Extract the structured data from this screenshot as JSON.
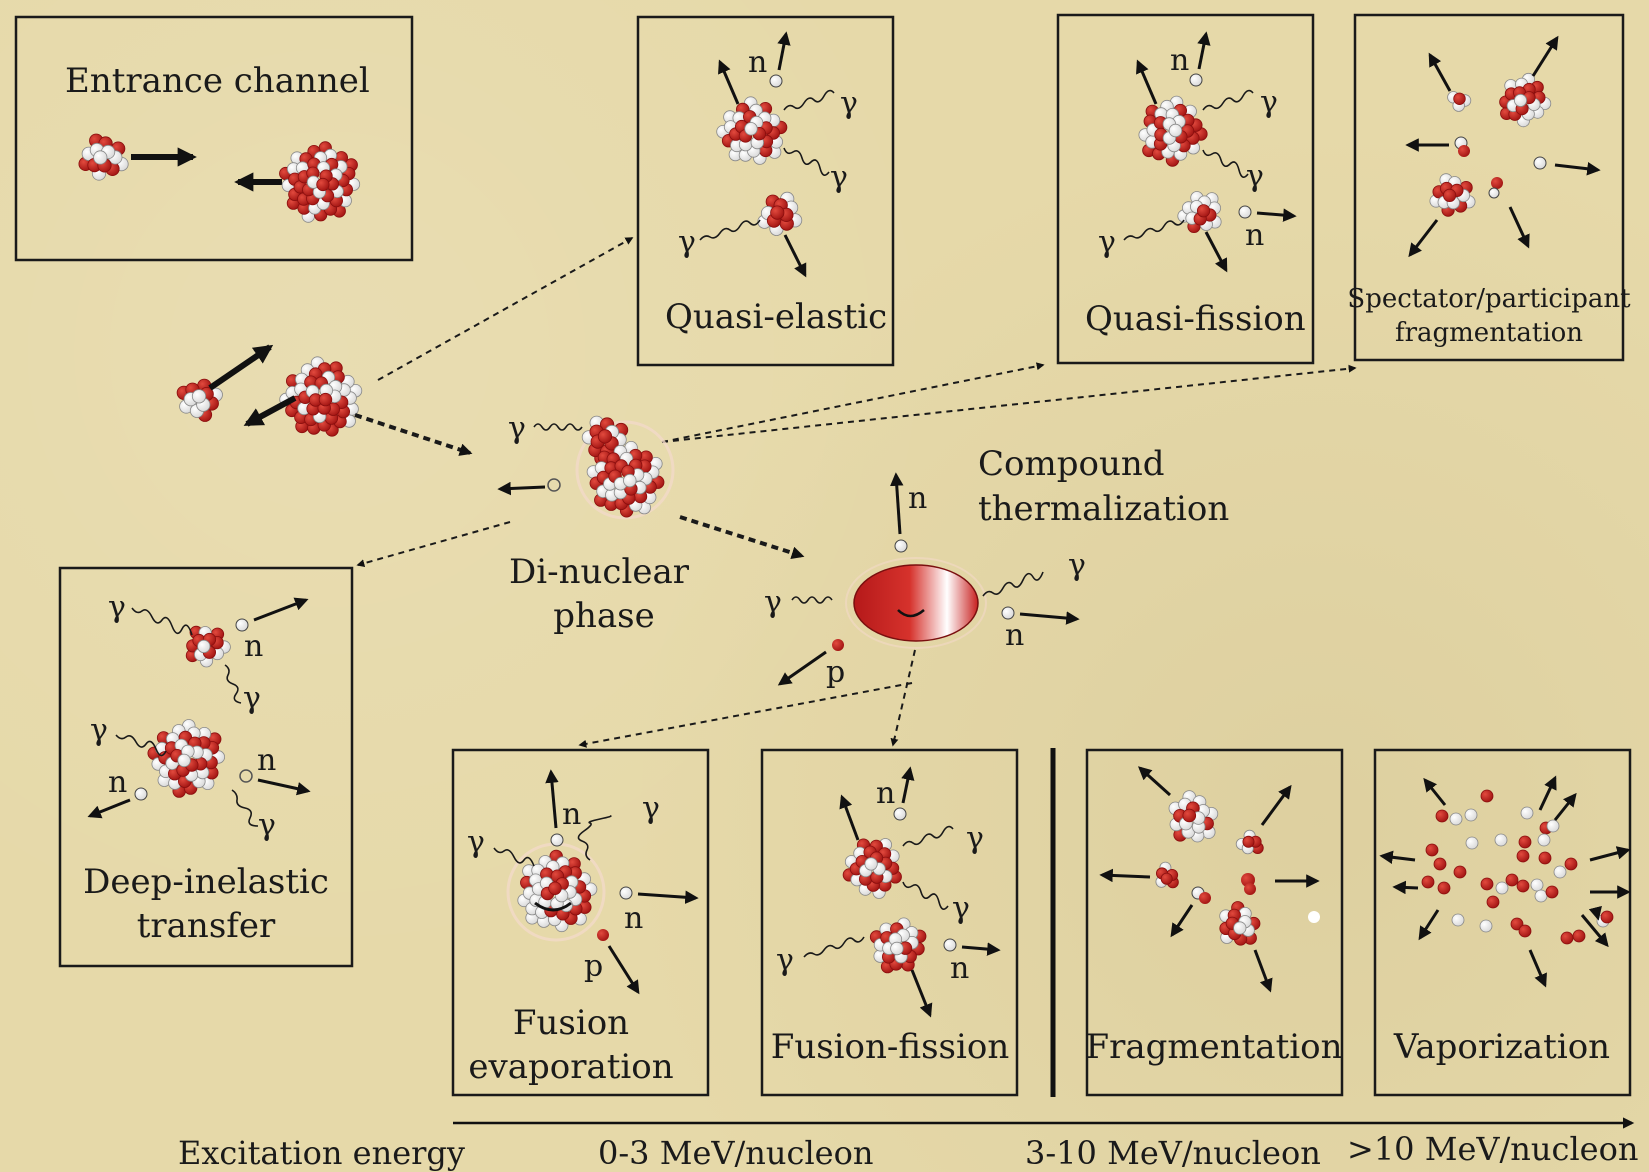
{
  "colors": {
    "background": "#e6d9a9",
    "proton": "#c8201f",
    "neutron": "#ffffff",
    "line": "#1a1a1a"
  },
  "boxes": {
    "entrance": "Entrance channel",
    "quasi_elastic": "Quasi-elastic",
    "quasi_fission": "Quasi-fission",
    "spectator_line1": "Spectator/participant",
    "spectator_line2": "fragmentation",
    "deep_line1": "Deep-inelastic",
    "deep_line2": "transfer",
    "fusion_evap_line1": "Fusion",
    "fusion_evap_line2": "evaporation",
    "fusion_fission": "Fusion-fission",
    "fragmentation": "Fragmentation",
    "vaporization": "Vaporization"
  },
  "stages": {
    "dinuclear_line1": "Di-nuclear",
    "dinuclear_line2": "phase",
    "compound_line1": "Compound",
    "compound_line2": "thermalization"
  },
  "particles": {
    "gamma": "γ",
    "neutron": "n",
    "proton": "p"
  },
  "axis": {
    "title": "Excitation energy",
    "low": "0-3 MeV/nucleon",
    "mid": "3-10 MeV/nucleon",
    "high": ">10 MeV/nucleon"
  },
  "icons": [
    "nucleus-icon",
    "nucleon-icon",
    "arrow-icon",
    "gamma-ray-icon"
  ]
}
